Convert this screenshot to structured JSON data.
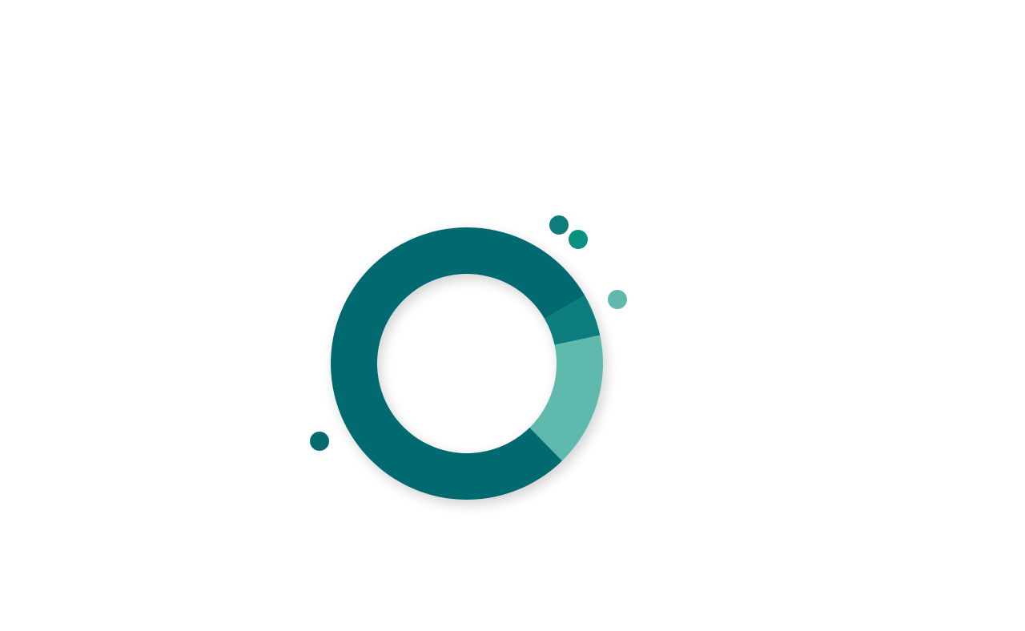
{
  "chart_data": {
    "type": "pie",
    "variant": "donut",
    "slices": [
      {
        "value": 5,
        "color": "#0e7c7b",
        "marker": "top-right"
      },
      {
        "value": 16,
        "color": "#61b9ad",
        "marker": "right"
      },
      {
        "value": 79,
        "color": "#066a6f",
        "marker": "bottom-left"
      }
    ],
    "legend": {
      "style": "dot-markers-outside-ring",
      "extra_dot_color": "#0a9180"
    },
    "background": "#ffffff"
  }
}
